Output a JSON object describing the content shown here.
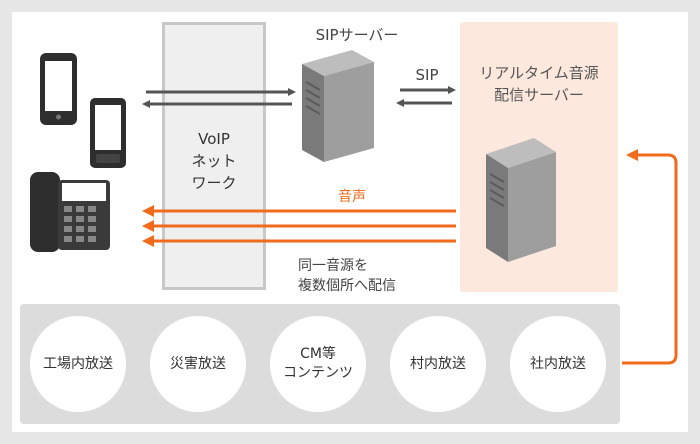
{
  "voip_network": {
    "label": "VoIP\nネット\nワーク"
  },
  "sip_server": {
    "title": "SIPサーバー"
  },
  "sip_link": {
    "label": "SIP"
  },
  "realtime_server": {
    "title": "リアルタイム音源\n配信サーバー"
  },
  "voice_link": {
    "label": "音声"
  },
  "broadcast_note": {
    "label": "同一音源を\n複数個所へ配信"
  },
  "sources": [
    {
      "label": "工場内放送"
    },
    {
      "label": "災害放送"
    },
    {
      "label": "CM等\nコンテンツ"
    },
    {
      "label": "村内放送"
    },
    {
      "label": "社内放送"
    }
  ],
  "colors": {
    "accent": "#f06b1b",
    "arrow_dark": "#555555",
    "highlight_bg": "#fde8dd",
    "device_dark": "#2e2e2e"
  }
}
